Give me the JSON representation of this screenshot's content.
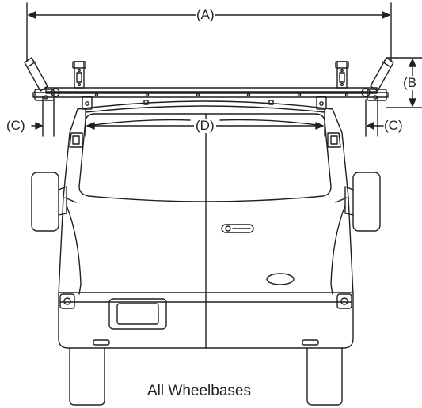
{
  "dimensions": {
    "a": "(A)",
    "b": "(B",
    "c_left": "(C)",
    "c_right": "(C)",
    "d": "(D)"
  },
  "caption": "All Wheelbases",
  "colors": {
    "line": "#231f20",
    "background": "#ffffff"
  }
}
